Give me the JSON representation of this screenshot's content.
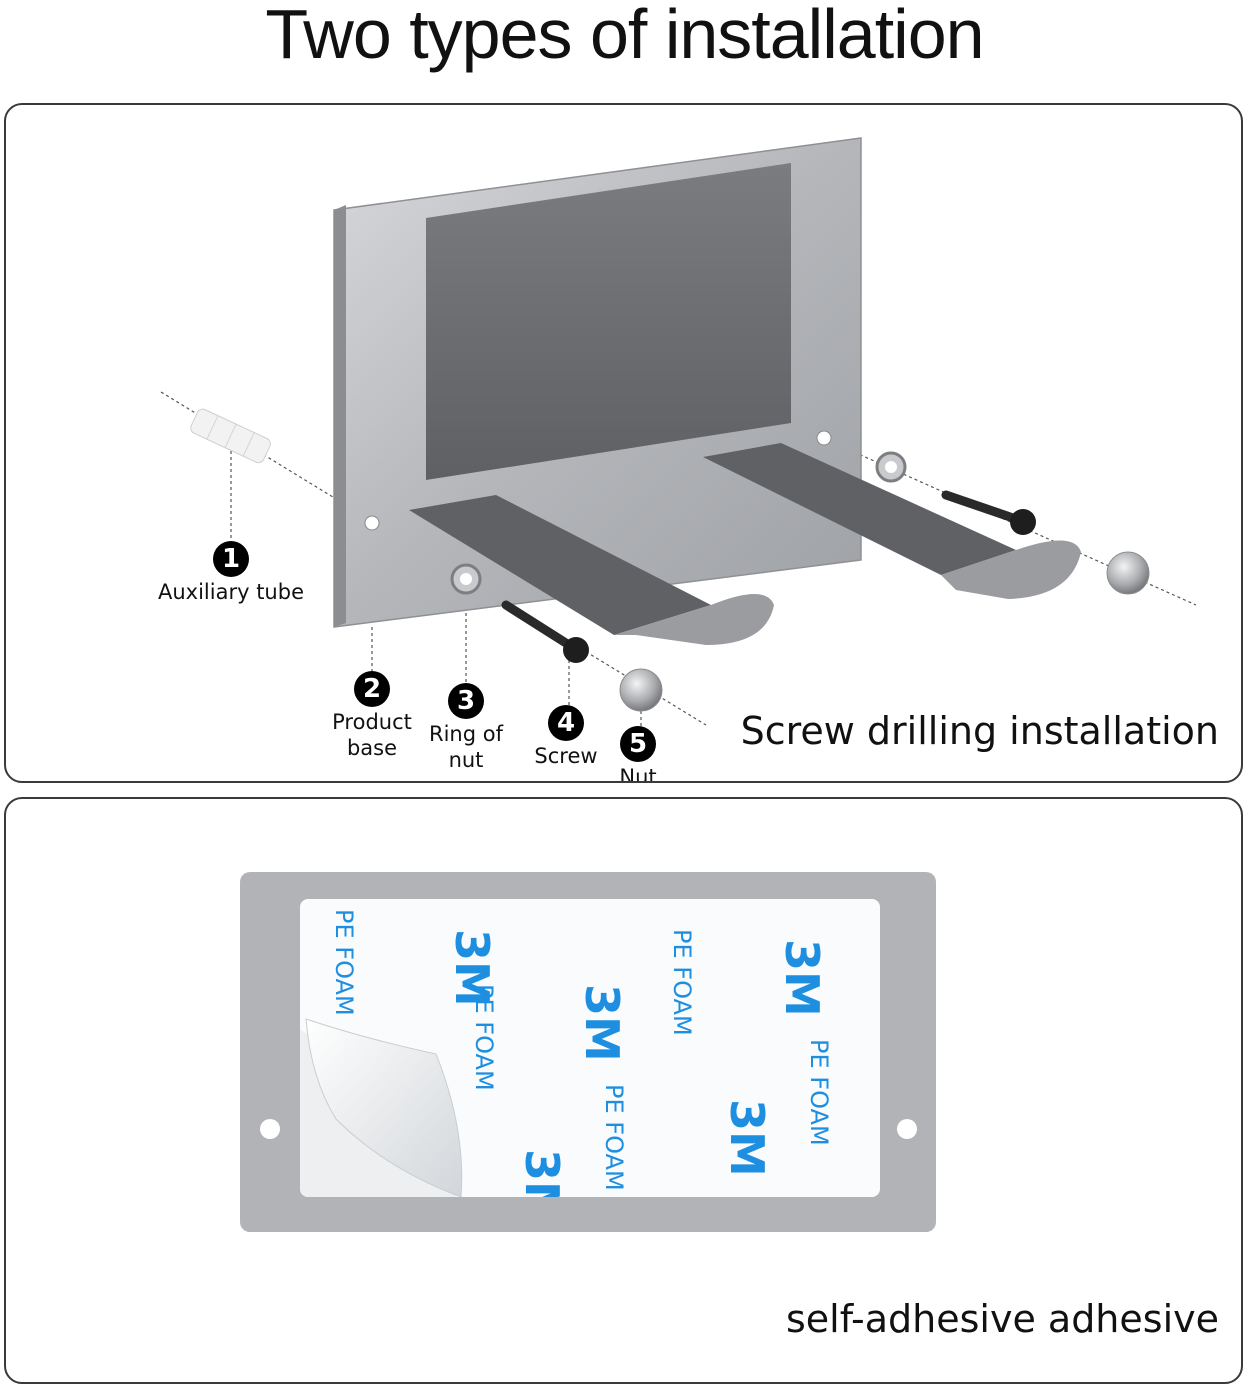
{
  "title": "Two types of installation",
  "screw_panel": {
    "caption": "Screw drilling installation",
    "parts": [
      {
        "number": "1",
        "label": "Auxiliary tube"
      },
      {
        "number": "2",
        "label": "Product base"
      },
      {
        "number": "3",
        "label": "Ring of nut"
      },
      {
        "number": "4",
        "label": "Screw"
      },
      {
        "number": "5",
        "label": "Nut"
      }
    ]
  },
  "adhesive_panel": {
    "caption": "self-adhesive adhesive",
    "tape_brand": "3M",
    "tape_text": "PE FOAM"
  },
  "colors": {
    "steel": "#b9bbbe",
    "pad": "#6d6f73",
    "tape_print": "#1e8fe0",
    "border": "#3a3a3a"
  }
}
